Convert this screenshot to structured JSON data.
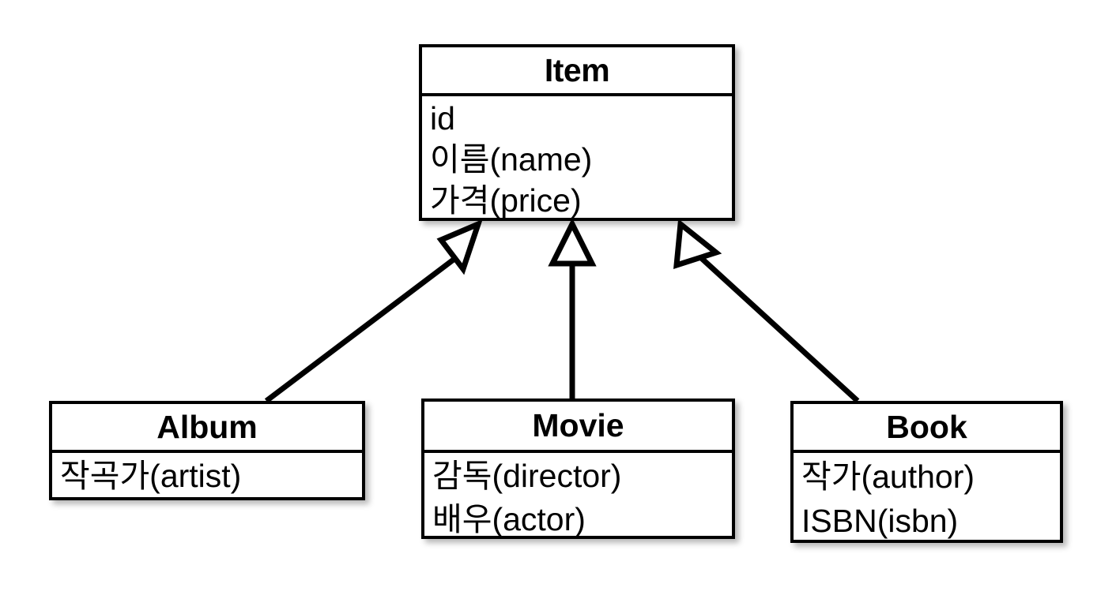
{
  "diagram": {
    "type": "uml-class-diagram",
    "title": "",
    "background_color": "#ffffff",
    "line_color": "#000000",
    "box_fill": "#ffffff",
    "relationship_kind": "generalization",
    "classes": [
      {
        "id": "item",
        "name": "Item",
        "role": "superclass",
        "attributes": [
          "id",
          "이름(name)",
          "가격(price)"
        ]
      },
      {
        "id": "album",
        "name": "Album",
        "role": "subclass",
        "attributes": [
          "작곡가(artist)"
        ]
      },
      {
        "id": "movie",
        "name": "Movie",
        "role": "subclass",
        "attributes": [
          "감독(director)",
          "배우(actor)"
        ]
      },
      {
        "id": "book",
        "name": "Book",
        "role": "subclass",
        "attributes": [
          "작가(author)",
          "ISBN(isbn)"
        ]
      }
    ],
    "edges": [
      {
        "id": "album-to-item",
        "from": "album",
        "to": "item",
        "arrow": "hollow-triangle"
      },
      {
        "id": "movie-to-item",
        "from": "movie",
        "to": "item",
        "arrow": "hollow-triangle"
      },
      {
        "id": "book-to-item",
        "from": "book",
        "to": "item",
        "arrow": "hollow-triangle"
      }
    ]
  }
}
